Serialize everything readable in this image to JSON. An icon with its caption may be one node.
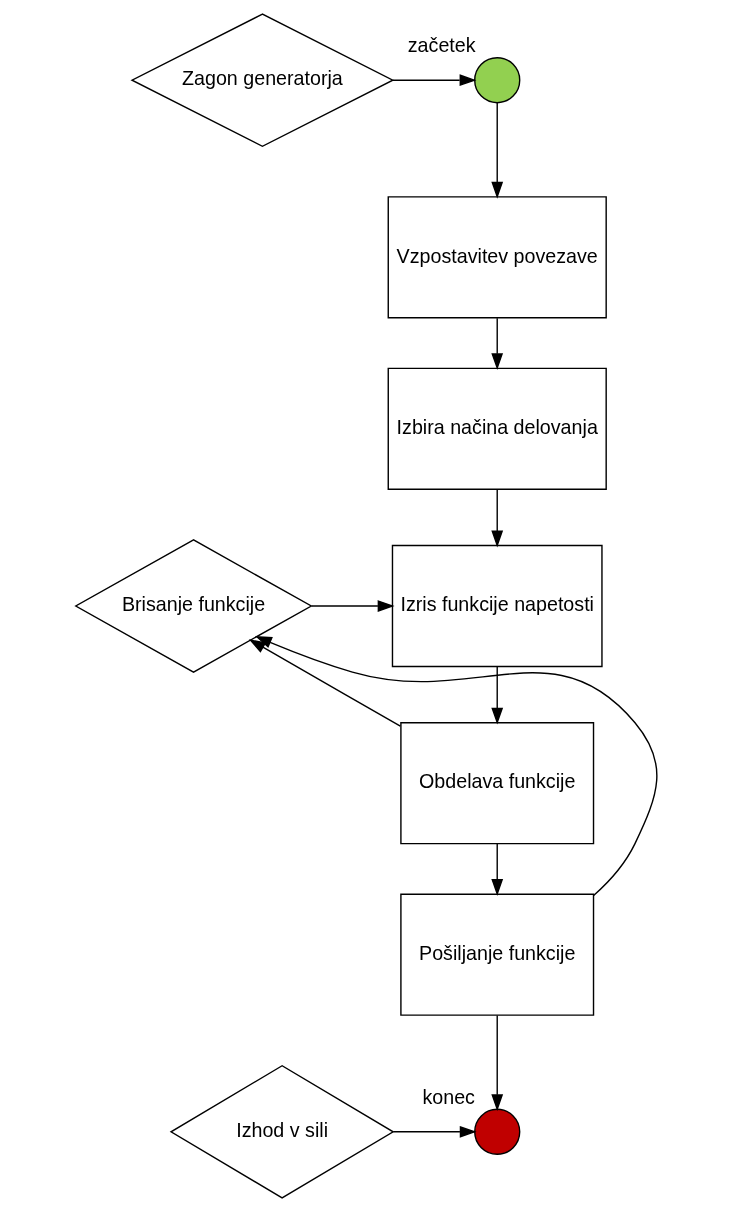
{
  "diagram": {
    "nodes": [
      {
        "text": [
          "Zagon generatorja"
        ]
      },
      {
        "text": [],
        "shape": "circle",
        "beside": [
          "začetek"
        ]
      },
      {
        "text": [
          "Vzpostavitev povezave"
        ]
      },
      {
        "text": [
          "Izbira načina delovanja"
        ]
      },
      {
        "text": [
          "Izris funkcije napetosti"
        ]
      },
      {
        "text": [
          "Brisanje funkcije"
        ]
      },
      {
        "text": [
          "Obdelava funkcije"
        ]
      },
      {
        "text": [
          "Pošiljanje funkcije"
        ]
      },
      {
        "text": [
          "Izhod v sili"
        ]
      },
      {
        "text": [],
        "shape": "circle",
        "beside": [
          "konec"
        ]
      }
    ],
    "edges": [
      {
        "from": 0,
        "to": 1,
        "arrow": "to"
      },
      {
        "from": 1,
        "to": 2,
        "arrow": "to"
      },
      {
        "from": 2,
        "to": 3,
        "arrow": "to"
      },
      {
        "from": 3,
        "to": 4,
        "arrow": "to"
      },
      {
        "from": 5,
        "to": 4,
        "arrow": "to"
      },
      {
        "from": 4,
        "to": 6,
        "arrow": "to"
      },
      {
        "from": 6,
        "to": 5,
        "arrow": "to"
      },
      {
        "from": 7,
        "to": 5,
        "arrow": "to"
      },
      {
        "from": 6,
        "to": 7,
        "arrow": "to"
      },
      {
        "from": 7,
        "to": 9,
        "arrow": "to"
      },
      {
        "from": 8,
        "to": 9,
        "arrow": "to"
      }
    ]
  }
}
